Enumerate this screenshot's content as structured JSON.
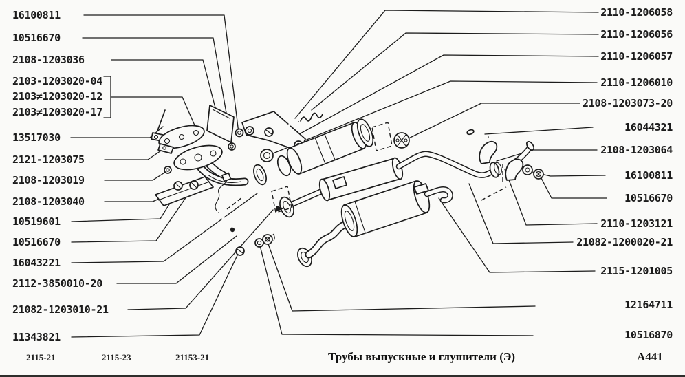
{
  "figure": {
    "caption": "Трубы выпускные и глушители (Э)",
    "sheet_code": "A441",
    "model_codes": [
      "2115-21",
      "2115-23",
      "21153-21"
    ],
    "left_labels": [
      "16100811",
      "10516670",
      "2108-1203036",
      "2103-1203020-04",
      "2103≠1203020-12",
      "2103≠1203020-17",
      "13517030",
      "2121-1203075",
      "2108-1203019",
      "2108-1203040",
      "10519601",
      "10516670",
      "16043221",
      "2112-3850010-20",
      "21082-1203010-21",
      "11343821"
    ],
    "right_labels": [
      "2110-1206058",
      "2110-1206056",
      "2110-1206057",
      "2110-1206010",
      "2108-1203073-20",
      "16044321",
      "2108-1203064",
      "16100811",
      "10516670",
      "2110-1203121",
      "21082-1200020-21",
      "2115-1201005",
      "12164711",
      "10516870"
    ],
    "line_color": "#1c1c1c",
    "paper_color": "#fafaf8"
  }
}
